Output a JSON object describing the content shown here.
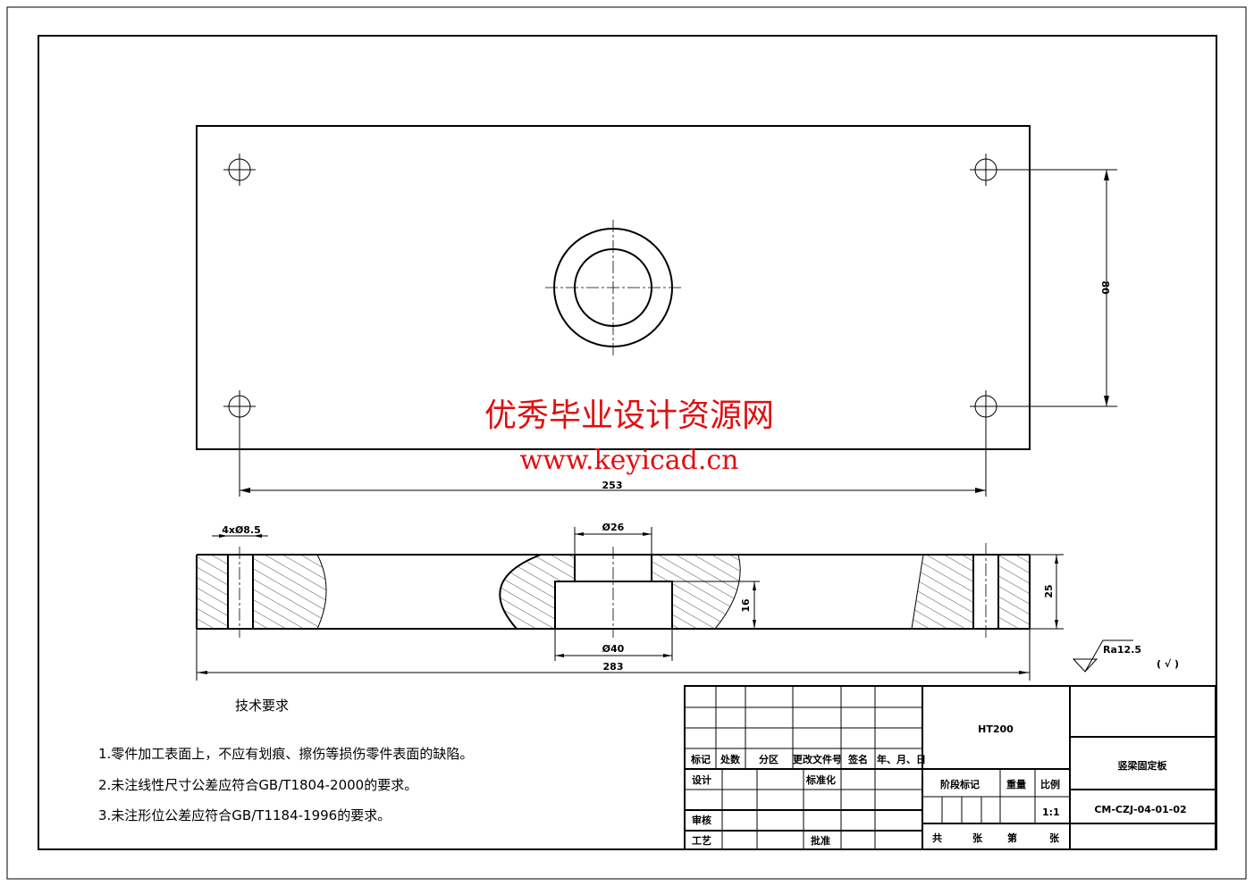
{
  "drawing": {
    "dimensions": {
      "hole_spacing_vertical": "80",
      "hole_spacing_horizontal": "253",
      "hole_callout": "4xØ8.5",
      "counterbore_top": "Ø26",
      "counterbore_bottom": "Ø40",
      "recess_depth": "16",
      "thickness": "25",
      "overall_length": "283"
    },
    "surface_finish": {
      "roughness": "Ra12.5",
      "other": "( √ )"
    }
  },
  "tech_requirements": {
    "title": "技术要求",
    "items": [
      "1.零件加工表面上，不应有划痕、擦伤等损伤零件表面的缺陷。",
      "2.未注线性尺寸公差应符合GB/T1804-2000的要求。",
      "3.未注形位公差应符合GB/T1184-1996的要求。"
    ]
  },
  "title_block": {
    "material": "HT200",
    "part_name": "竖梁固定板",
    "drawing_number": "CM-CZJ-04-01-02",
    "scale_label": "比例",
    "scale": "1:1",
    "weight_label": "重量",
    "stage_label": "阶段标记",
    "header_labels": [
      "标记",
      "处数",
      "分区",
      "更改文件号",
      "签名",
      "年、月、日"
    ],
    "design": "设计",
    "standardize": "标准化",
    "review": "审核",
    "process": "工艺",
    "approve": "批准",
    "sheets": [
      "共",
      "张",
      "第",
      "张"
    ]
  },
  "watermark": {
    "name": "优秀毕业设计资源网",
    "url": "www.keyicad.cn"
  }
}
